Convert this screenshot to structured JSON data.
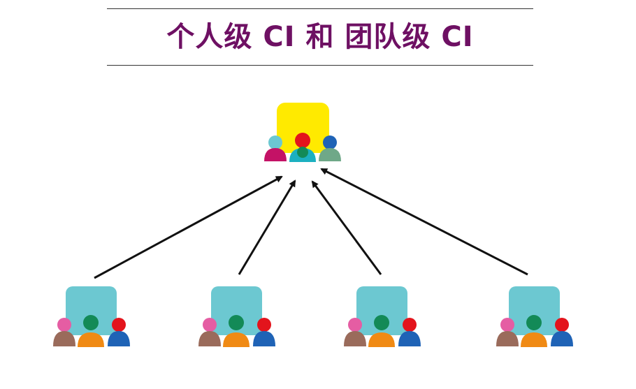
{
  "title": "个人级 CI 和 团队级 CI",
  "colors": {
    "title": "#6e1063",
    "rule": "#333333",
    "team_box": "#ffea00",
    "individual_box": "#6cc8d1",
    "arrow": "#111111"
  },
  "nodes": [
    {
      "id": "team",
      "box_icon": "team-box",
      "people": [
        "person-magenta",
        "person-red",
        "person-blue-teal",
        "person-green",
        "person-cyan",
        "person-sage"
      ]
    },
    {
      "id": "individual-1",
      "box_icon": "individual-box",
      "people": [
        "person-pink",
        "person-green",
        "person-red",
        "person-brown",
        "person-orange",
        "person-blue"
      ]
    },
    {
      "id": "individual-2",
      "box_icon": "individual-box",
      "people": [
        "person-pink",
        "person-green",
        "person-red",
        "person-brown",
        "person-orange",
        "person-blue"
      ]
    },
    {
      "id": "individual-3",
      "box_icon": "individual-box",
      "people": [
        "person-pink",
        "person-green",
        "person-red",
        "person-brown",
        "person-orange",
        "person-blue"
      ]
    },
    {
      "id": "individual-4",
      "box_icon": "individual-box",
      "people": [
        "person-pink",
        "person-green",
        "person-red",
        "person-brown",
        "person-orange",
        "person-blue"
      ]
    }
  ],
  "edges": [
    {
      "from": "individual-1",
      "to": "team"
    },
    {
      "from": "individual-2",
      "to": "team"
    },
    {
      "from": "individual-3",
      "to": "team"
    },
    {
      "from": "individual-4",
      "to": "team"
    }
  ]
}
